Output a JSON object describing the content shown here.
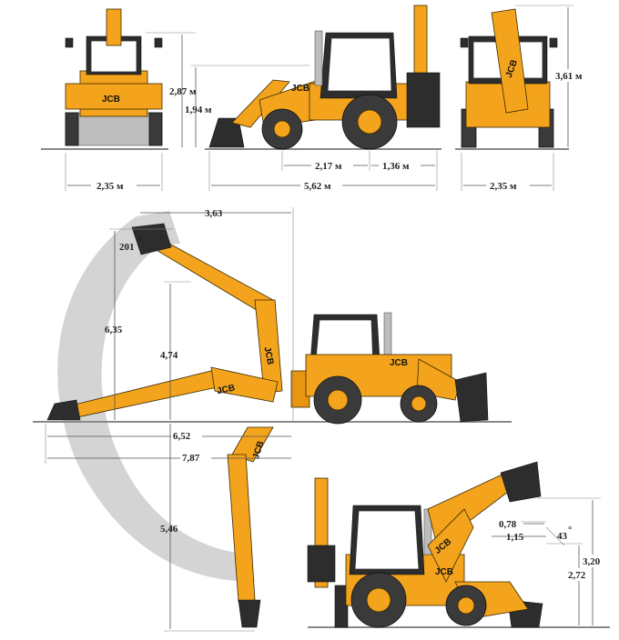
{
  "brand": "JCB",
  "dimensions": {
    "front_width": "2,35 м",
    "rear_width": "2,35 м",
    "height_cab": "2,87 м",
    "height_mid": "1,94 м",
    "height_total": "3,61 м",
    "wheelbase": "2,17 м",
    "rear_overhang": "1,36 м",
    "length": "5,62 м",
    "reach_top": "3,63",
    "bucket_angle": "201",
    "max_height": "6,35",
    "load_height": "4,74",
    "reach_ground": "6,52",
    "max_reach": "7,87",
    "dig_depth": "5,46",
    "loader_small1": "0,78",
    "loader_small2": "1,15",
    "dump_angle": "43",
    "loader_height_max": "3,20",
    "loader_height_dump": "2,72"
  },
  "colors": {
    "body": "#F4A41C",
    "reach_arc": "#cfcfcf",
    "ground": "#888888"
  }
}
